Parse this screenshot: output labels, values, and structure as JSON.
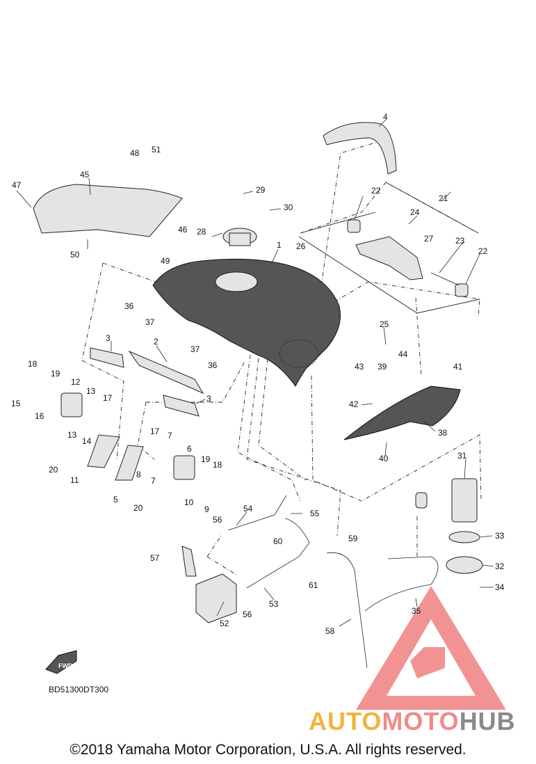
{
  "diagram_code": "BD51300DT300",
  "copyright": "©2018 Yamaha Motor Corporation, U.S.A. All rights reserved.",
  "watermark": {
    "part1": "AUTO",
    "part2": "MOTO",
    "part3": "HUB"
  },
  "fwd_label": "FWD",
  "colors": {
    "watermark_red": "#e83b3b",
    "watermark_orange": "#f3b33d",
    "line": "#222222"
  },
  "callouts": {
    "c1": "1",
    "c2": "2",
    "c3a": "3",
    "c3b": "3",
    "c4": "4",
    "c5": "5",
    "c6": "6",
    "c7a": "7",
    "c7b": "7",
    "c8": "8",
    "c9": "9",
    "c10": "10",
    "c11": "11",
    "c12": "12",
    "c13a": "13",
    "c13b": "13",
    "c14": "14",
    "c15": "15",
    "c16": "16",
    "c17a": "17",
    "c17b": "17",
    "c18a": "18",
    "c18b": "18",
    "c19a": "19",
    "c19b": "19",
    "c20a": "20",
    "c20b": "20",
    "c21": "21",
    "c22a": "22",
    "c22b": "22",
    "c23": "23",
    "c24": "24",
    "c25": "25",
    "c26": "26",
    "c27": "27",
    "c28": "28",
    "c29": "29",
    "c30": "30",
    "c31": "31",
    "c32": "32",
    "c33": "33",
    "c34": "34",
    "c35": "35",
    "c36a": "36",
    "c36b": "36",
    "c37a": "37",
    "c37b": "37",
    "c38": "38",
    "c39": "39",
    "c40": "40",
    "c41": "41",
    "c42": "42",
    "c43": "43",
    "c44": "44",
    "c45": "45",
    "c46": "46",
    "c47": "47",
    "c48": "48",
    "c49": "49",
    "c50": "50",
    "c51": "51",
    "c52": "52",
    "c53": "53",
    "c54": "54",
    "c55": "55",
    "c56a": "56",
    "c56b": "56",
    "c57": "57",
    "c58": "58",
    "c59": "59",
    "c60": "60",
    "c61": "61"
  }
}
